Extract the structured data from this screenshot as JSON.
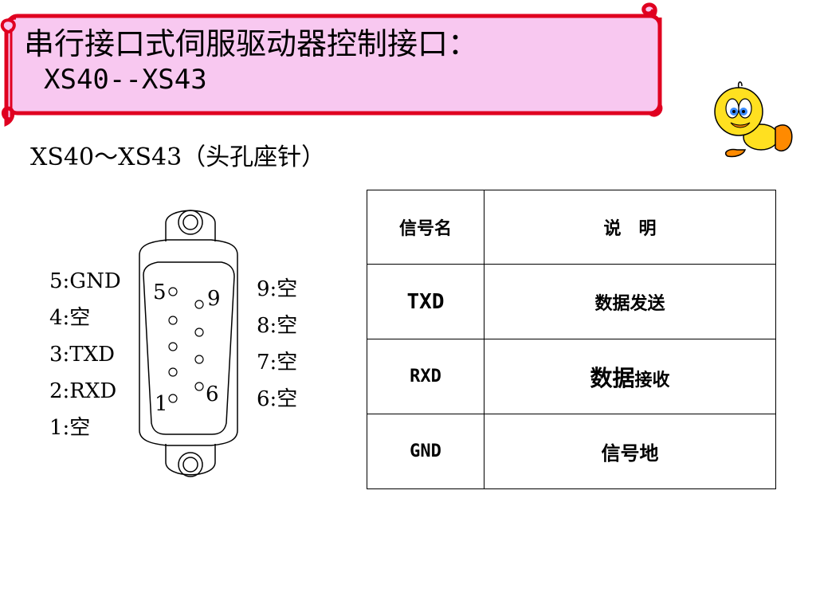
{
  "header": {
    "title_line1": "串行接口式伺服驱动器控制接口：",
    "title_line2": "XS40--XS43",
    "accent_color": "#f8c8f0",
    "border_color": "#e00020"
  },
  "subtitle": "XS40～XS43（头孔座针）",
  "connector": {
    "left_pins": [
      "5:GND",
      "4:空",
      "3:TXD",
      "2:RXD",
      "1:空"
    ],
    "right_pins": [
      "9:空",
      "8:空",
      "7:空",
      "6:空"
    ],
    "corner_labels": {
      "top_left": "5",
      "top_right": "9",
      "bottom_right": "6",
      "bottom_left": "1"
    }
  },
  "table": {
    "headers": [
      "信号名",
      "说　明"
    ],
    "rows": [
      {
        "name": "TXD",
        "desc": "数据发送"
      },
      {
        "name": "RXD",
        "desc_a": "数据",
        "desc_b": "接收"
      },
      {
        "name": "GND",
        "desc": "信号地"
      }
    ]
  },
  "mascot": {
    "icon": "cartoon-bird-icon"
  }
}
